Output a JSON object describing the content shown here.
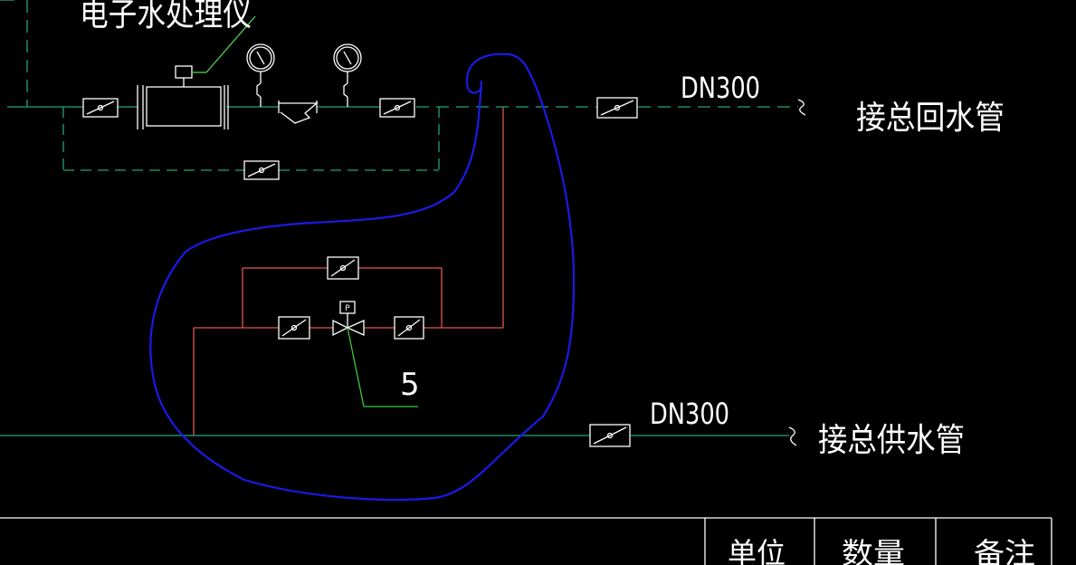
{
  "labels": {
    "device": "电子水处理仪",
    "return_size": "DN300",
    "return_dest": "接总回水管",
    "supply_size": "DN300",
    "supply_dest": "接总供水管",
    "callout_number": "5",
    "pump_tag": "P"
  },
  "table_headers": [
    "单位",
    "数量",
    "备注"
  ],
  "colors": {
    "background": "#000000",
    "pipe_main": "#1fa37f",
    "pipe_branch": "#e0584c",
    "symbol": "#ffffff",
    "leader": "#3cc83c",
    "device_leader": "#4fd04f",
    "markup": "#1a1ae6"
  }
}
